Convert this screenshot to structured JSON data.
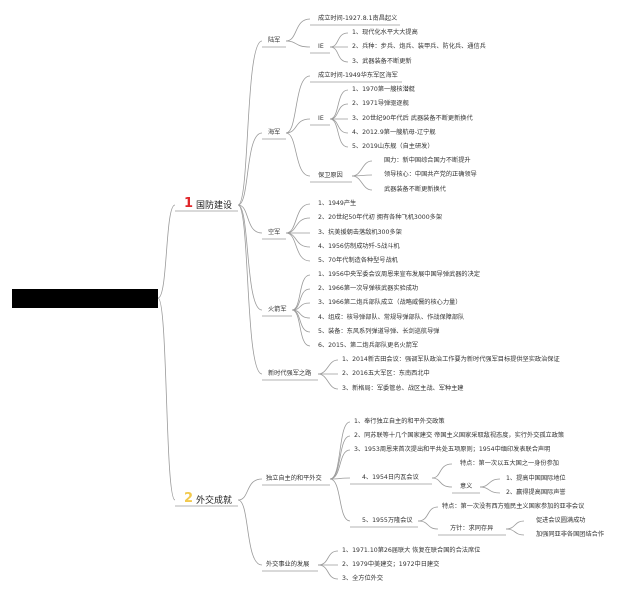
{
  "root": {
    "label": ""
  },
  "branches": [
    {
      "id": "defense",
      "badge": "1",
      "badge_color": "#e0262a",
      "title": "国防建设",
      "groups": [
        {
          "title": "陆军",
          "items": [
            "成立时间-1927.8.1南昌起义",
            {
              "title": "IE",
              "items": [
                "1、现代化水平大大提高",
                "2、兵种：步兵、炮兵、装甲兵、防化兵、通信兵",
                "3、武器装备不断更新"
              ]
            }
          ]
        },
        {
          "title": "海军",
          "items": [
            "成立时间-1949华东军区海军",
            {
              "title": "IE",
              "items": [
                "1、1970第一艘核潜艇",
                "2、1971导弹驱逐舰",
                "3、20世纪90年代后 武器装备不断更新换代",
                "4、2012.9第一艘航母-辽宁舰",
                "5、2019山东舰（自主研发）"
              ]
            },
            {
              "title": "保卫原因",
              "items": [
                "国力：新中国综合国力不断提升",
                "领导核心：中国共产党的正确领导",
                "武器装备不断更新换代"
              ]
            }
          ]
        },
        {
          "title": "空军",
          "items": [
            "1、1949产生",
            "2、20世纪50年代初 拥有各种飞机3000多架",
            "3、抗美援朝击落敌机300多架",
            "4、1956仿制成功歼-5战斗机",
            "5、70年代制造各种型号战机"
          ]
        },
        {
          "title": "火箭军",
          "items": [
            "1、1956中央军委会议周恩来宣布发展中国导弹武器的决定",
            "2、1966第一次导弹核武器实验成功",
            "3、1966第二炮兵部队成立（战略威慑的核心力量）",
            "4、组成：核导弹部队、常规导弹部队、作战保障部队",
            "5、装备：东风系列弹道导弹、长剑巡航导弹",
            "6、2015、第二炮兵部队更名火箭军"
          ]
        },
        {
          "title": "新时代强军之路",
          "items": [
            "1、2014新古田会议：强调军队政治工作要为新时代强军目标提供坚实政治保证",
            "2、2016五大军区：东南西北中",
            "3、新格局：军委管总、战区主战、军种主建"
          ]
        }
      ]
    },
    {
      "id": "diplomacy",
      "badge": "2",
      "badge_color": "#f2c94c",
      "title": "外交成就",
      "groups": [
        {
          "title": "独立自主的和平外交",
          "items": [
            "1、奉行独立自主的和平外交政策",
            "2、同苏联等十几个国家建交 帝国主义国家采取敌视态度，实行外交孤立政策",
            "3、1953周恩来首次提出和平共处五项原则；1954中缅印发表联合声明",
            {
              "title": "4、1954日内瓦会议",
              "items": [
                "特点：第一次以五大国之一身份参加",
                {
                  "title": "意义",
                  "items": [
                    "1、提高中国国际地位",
                    "2、赢得提高国际声誉"
                  ]
                }
              ]
            },
            {
              "title": "5、1955万隆会议",
              "items": [
                "特点：第一次没有西方殖民主义国家参加的亚非会议",
                {
                  "title": "方针：求同存异",
                  "items": [
                    "促进会议圆满成功",
                    "加强同亚非各国团结合作"
                  ]
                }
              ]
            }
          ]
        },
        {
          "title": "外交事业的发展",
          "items": [
            "1、1971.10第26届联大 恢复在联合国的合法席位",
            "2、1979中美建交；1972中日建交",
            "3、全方位外交"
          ]
        }
      ]
    }
  ]
}
